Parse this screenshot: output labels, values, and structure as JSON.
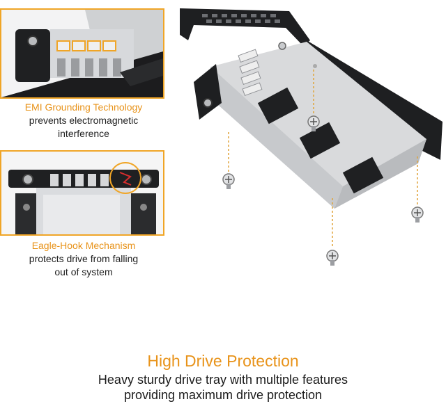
{
  "features": [
    {
      "title": "EMI Grounding Technology",
      "desc_line1": "prevents electromagnetic",
      "desc_line2": "interference"
    },
    {
      "title": "Eagle-Hook Mechanism",
      "desc_line1": "protects drive from falling",
      "desc_line2": "out of system"
    }
  ],
  "footer": {
    "title": "High Drive Protection",
    "desc_line1": "Heavy sturdy drive tray with multiple features",
    "desc_line2": "providing maximum drive protection"
  },
  "colors": {
    "accent": "#f0a526",
    "title_text": "#e8931a",
    "body_text": "#222222",
    "metal": "#d9dadc",
    "black_part": "#1e1f21"
  },
  "icons": [
    "screw-icon"
  ]
}
